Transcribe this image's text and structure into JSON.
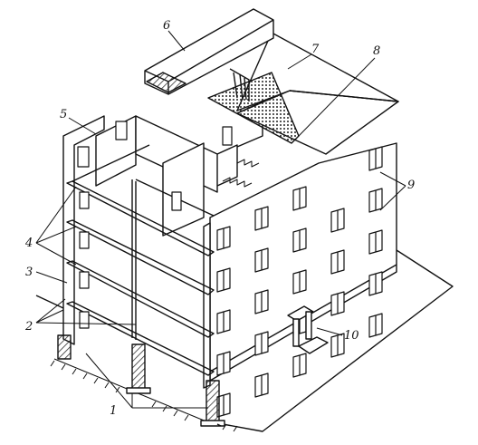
{
  "figure": {
    "callouts": [
      {
        "id": "1",
        "text": "1"
      },
      {
        "id": "2",
        "text": "2"
      },
      {
        "id": "3",
        "text": "3"
      },
      {
        "id": "4",
        "text": "4"
      },
      {
        "id": "5",
        "text": "5"
      },
      {
        "id": "6",
        "text": "6"
      },
      {
        "id": "7",
        "text": "7"
      },
      {
        "id": "8",
        "text": "8"
      },
      {
        "id": "9",
        "text": "9"
      },
      {
        "id": "10",
        "text": "10"
      }
    ]
  },
  "colors": {
    "ink": "#111111",
    "hatch": "#333333",
    "paper": "#ffffff"
  }
}
